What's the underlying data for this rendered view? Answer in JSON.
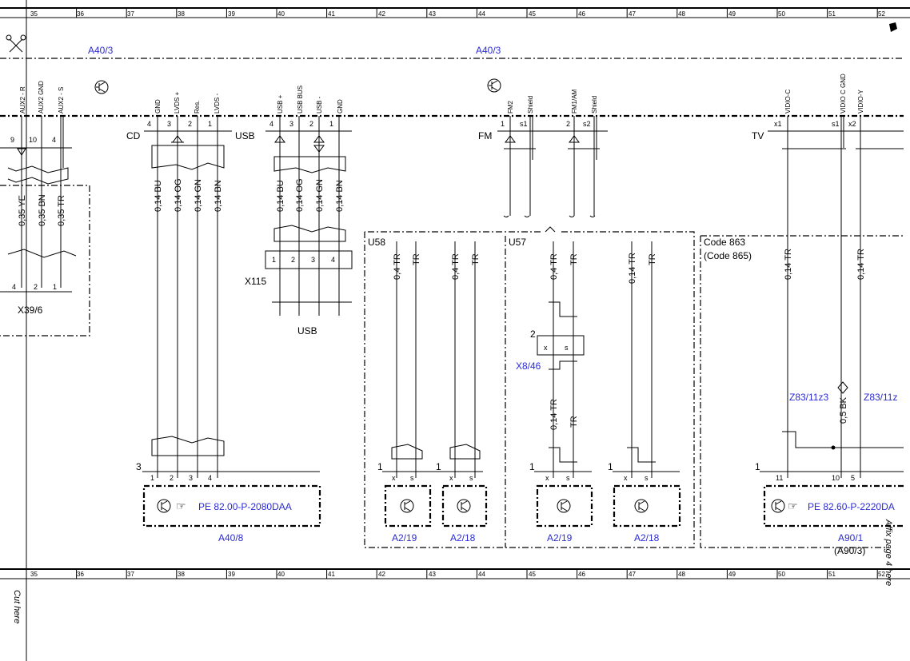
{
  "ruler": {
    "columns": [
      "35",
      "36",
      "37",
      "38",
      "39",
      "40",
      "41",
      "42",
      "43",
      "44",
      "45",
      "46",
      "47",
      "48",
      "49",
      "50",
      "51",
      "52"
    ]
  },
  "sheet": {
    "cut_here": "Cut here",
    "affix_page": "Affix page 4 here"
  },
  "labels": {
    "a40_3_left": "A40/3",
    "a40_3_mid": "A40/3",
    "cd": "CD",
    "usb": "USB",
    "fm": "FM",
    "tv": "TV",
    "x39_6": "X39/6",
    "x115": "X115",
    "usb_bottom": "USB",
    "u58": "U58",
    "u57": "U57",
    "code863": "Code 863",
    "code865": "(Code 865)",
    "x8_46": "X8/46",
    "x8_pin": "2",
    "x8_x": "x",
    "x8_s": "s",
    "z83_a": "Z83/11z3",
    "z83_b": "Z83/11z",
    "wire_05bk": "0,5 BK",
    "a40_8": "A40/8",
    "a2_19a": "A2/19",
    "a2_18a": "A2/18",
    "a2_19b": "A2/19",
    "a2_18b": "A2/18",
    "a90_1": "A90/1",
    "a90_3": "(A90/3)",
    "pe_left": "PE 82.00-P-2080DAA",
    "pe_right": "PE 82.60-P-2220DA",
    "mod_num_3": "3",
    "mod_num_1a": "1",
    "mod_num_1b": "1",
    "mod_num_1c": "1",
    "mod_num_1d": "1",
    "mod_num_1e": "1",
    "tv_num_11": "11",
    "tv_num_10": "10",
    "tv_num_5": "5"
  },
  "pins": {
    "aux": [
      "AUX2 - R",
      "AUX2 GND",
      "AUX2 - S"
    ],
    "aux_nums": [
      "9",
      "10",
      "4"
    ],
    "cd": [
      "GND",
      "LVDS +",
      "Res.",
      "LVDS -"
    ],
    "cd_nums": [
      "4",
      "3",
      "2",
      "1"
    ],
    "usb": [
      "USB +",
      "USB BUS",
      "USB -",
      "GND"
    ],
    "usb_nums": [
      "4",
      "3",
      "2",
      "1"
    ],
    "fm": [
      "FM2",
      "Shield",
      "FM1/AM",
      "Shield"
    ],
    "fm_nums": [
      "1",
      "s1",
      "2",
      "s2"
    ],
    "tv": [
      "VIDIO-C",
      "VIDIO C GND",
      "VIDIO-Y"
    ],
    "tv_nums": [
      "x1",
      "s1",
      "x2"
    ]
  },
  "wires": {
    "aux": [
      "0,35 YE",
      "0,35 BN",
      "0,35 TR"
    ],
    "cd": [
      "0,14 BU",
      "0,14 OG",
      "0,14 GN",
      "0,14 BN"
    ],
    "usb": [
      "0,14 BU",
      "0,14 OG",
      "0,14 GN",
      "0,14 BN"
    ],
    "u58": [
      "0,4 TR",
      "TR",
      "0,4 TR",
      "TR"
    ],
    "u57": [
      "0,4 TR",
      "TR",
      "0,14 TR",
      "TR"
    ],
    "u57_lower": [
      "0,14 TR",
      "TR"
    ],
    "tv": [
      "0,14 TR",
      "0,14 TR"
    ]
  },
  "connectors": {
    "x39_6_nums": [
      "4",
      "2",
      "1"
    ],
    "x115_nums": [
      "1",
      "2",
      "3",
      "4"
    ],
    "a40_8_nums": [
      "1",
      "2",
      "3",
      "4"
    ],
    "xs": [
      "x",
      "s"
    ]
  }
}
